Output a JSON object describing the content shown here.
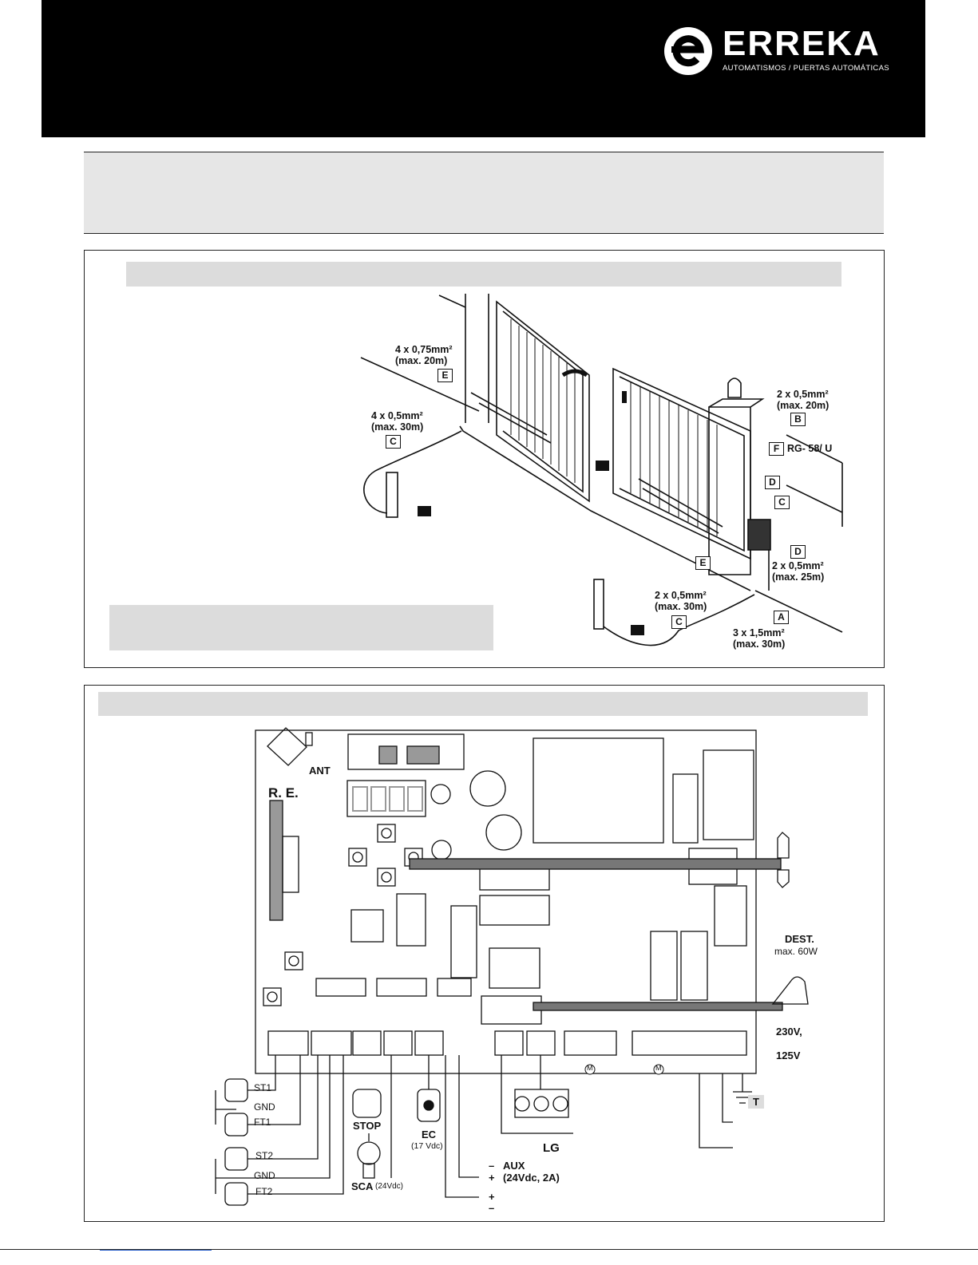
{
  "brand": {
    "name": "ERREKA",
    "tagline": "AUTOMATISMOS / PUERTAS AUTOMÁTICAS",
    "colors": {
      "header": "#000000",
      "band": "#e6e6e6",
      "bar": "#dcdcdc"
    }
  },
  "installation": {
    "cable_e": {
      "spec": "4 x 0,75mm²",
      "length": "(max. 20m)",
      "tag": "E"
    },
    "cable_c_left": {
      "spec": "4 x 0,5mm²",
      "length": "(max. 30m)",
      "tag": "C"
    },
    "cable_b": {
      "spec": "2 x 0,5mm²",
      "length": "(max. 20m)",
      "tag": "B"
    },
    "cable_f": {
      "tag": "F",
      "spec": "RG- 58/ U"
    },
    "tag_d_top": "D",
    "tag_c_right": "C",
    "tag_d_key": "D",
    "cable_d": {
      "spec": "2 x 0,5mm²",
      "length": "(max. 25m)"
    },
    "tag_e_bottom": "E",
    "cable_c_bottom": {
      "spec": "2 x 0,5mm²",
      "length": "(max. 30m)",
      "tag": "C"
    },
    "cable_a": {
      "tag": "A",
      "spec": "3 x 1,5mm²",
      "length": "(max. 30m)"
    }
  },
  "board": {
    "ant": "ANT",
    "re": "R. E.",
    "dest": "DEST.",
    "dest_power": "max. 60W",
    "voltage_1": "230V,",
    "voltage_2": "125V",
    "ground": "T",
    "st1": "ST1",
    "gnd1": "GND",
    "ft1": "FT1",
    "st2": "ST2",
    "gnd2": "GND",
    "ft2": "FT2",
    "stop": "STOP",
    "sca": "SCA",
    "sca_v": "(24Vdc)",
    "ec": "EC",
    "ec_v": "(17 Vdc)",
    "lg": "LG",
    "aux": "AUX",
    "aux_spec": "(24Vdc, 2A)",
    "minus": "–",
    "plus": "+",
    "motor": "M"
  }
}
